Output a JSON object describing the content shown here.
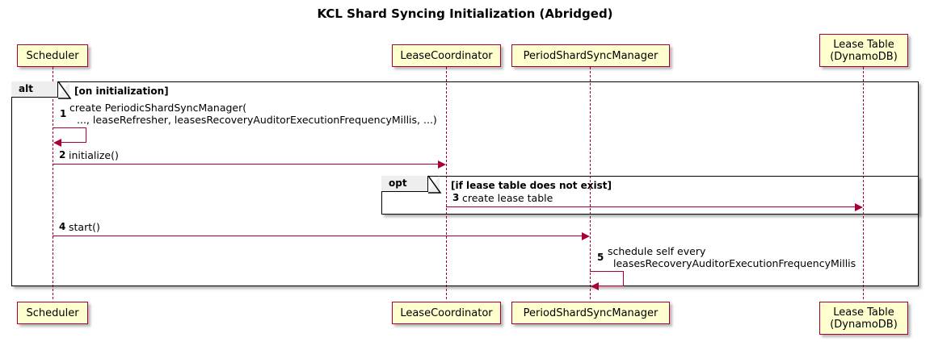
{
  "diagram": {
    "type": "sequence-diagram",
    "title": "KCL Shard Syncing Initialization (Abridged)",
    "colors": {
      "participant_fill": "#FEFECE",
      "participant_border": "#A80036",
      "message_line": "#A80036",
      "frame_border": "#000000",
      "frame_label_fill": "#EEEEEE",
      "background": "#FFFFFF"
    }
  },
  "participants": [
    {
      "id": "scheduler",
      "label_line1": "Scheduler",
      "label_line2": ""
    },
    {
      "id": "lease_coordinator",
      "label_line1": "LeaseCoordinator",
      "label_line2": ""
    },
    {
      "id": "period_shard_sync_manager",
      "label_line1": "PeriodShardSyncManager",
      "label_line2": ""
    },
    {
      "id": "lease_table",
      "label_line1": "Lease Table",
      "label_line2": "(DynamoDB)"
    }
  ],
  "fragments": [
    {
      "id": "alt",
      "operator": "alt",
      "guard": "[on initialization]"
    },
    {
      "id": "opt",
      "operator": "opt",
      "guard": "[if lease table does not exist]"
    }
  ],
  "messages": [
    {
      "number": "1",
      "from": "scheduler",
      "to": "scheduler",
      "self": true,
      "text_line1": "create PeriodicShardSyncManager(",
      "text_line2": "..., leaseRefresher, leasesRecoveryAuditorExecutionFrequencyMillis, ...)"
    },
    {
      "number": "2",
      "from": "scheduler",
      "to": "lease_coordinator",
      "self": false,
      "text_line1": "initialize()",
      "text_line2": ""
    },
    {
      "number": "3",
      "from": "lease_coordinator",
      "to": "lease_table",
      "self": false,
      "text_line1": "create lease table",
      "text_line2": ""
    },
    {
      "number": "4",
      "from": "scheduler",
      "to": "period_shard_sync_manager",
      "self": false,
      "text_line1": "start()",
      "text_line2": ""
    },
    {
      "number": "5",
      "from": "period_shard_sync_manager",
      "to": "period_shard_sync_manager",
      "self": true,
      "text_line1": "schedule self every",
      "text_line2": "leasesRecoveryAuditorExecutionFrequencyMillis"
    }
  ]
}
